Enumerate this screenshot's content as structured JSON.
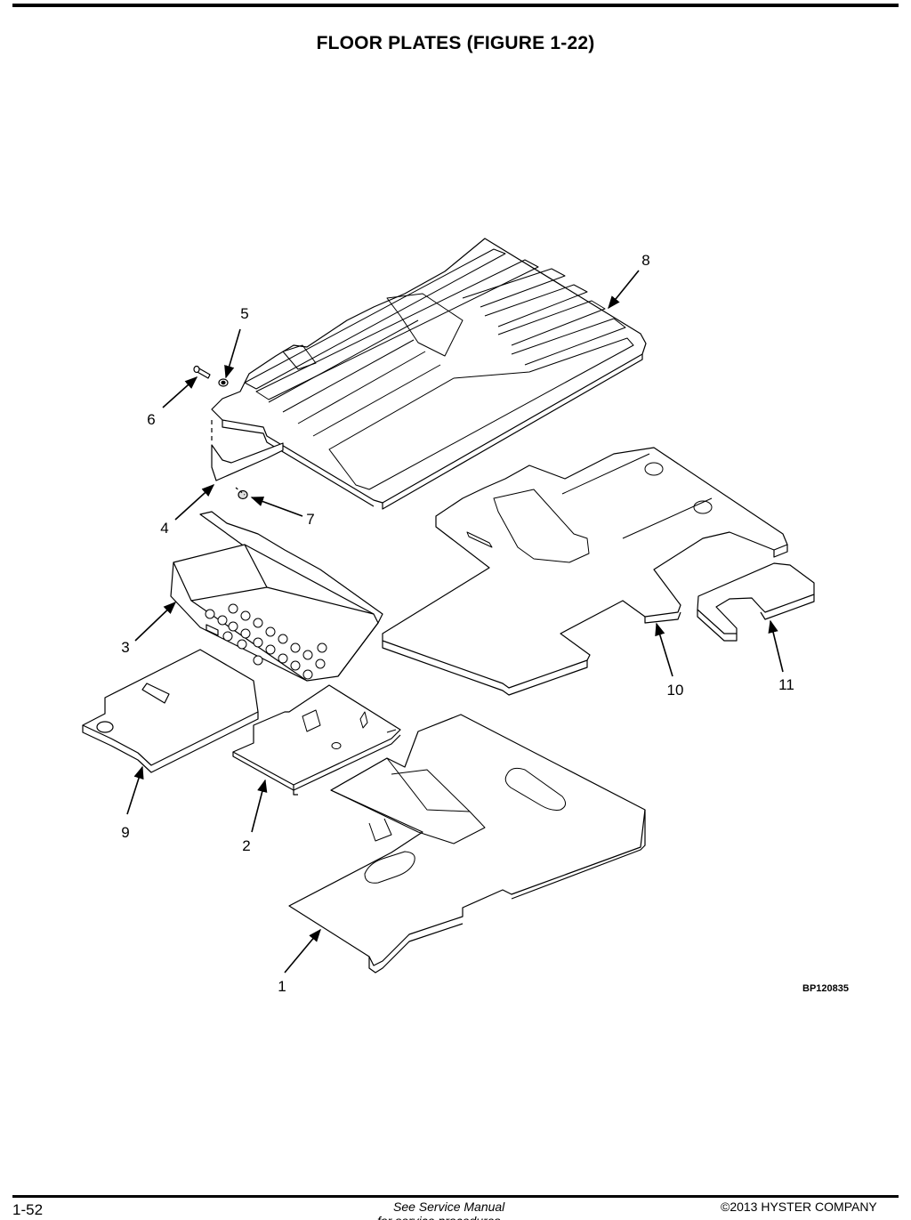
{
  "title": "FLOOR PLATES (FIGURE 1-22)",
  "callouts": {
    "c1": "1",
    "c2": "2",
    "c3": "3",
    "c4": "4",
    "c5": "5",
    "c6": "6",
    "c7": "7",
    "c8": "8",
    "c9": "9",
    "c10": "10",
    "c11": "11"
  },
  "figure_code": "BP120835",
  "footer": {
    "page_number": "1-52",
    "note": "See Service Manual",
    "note_line2": "for service procedures",
    "copyright": "©2013 HYSTER COMPANY"
  }
}
